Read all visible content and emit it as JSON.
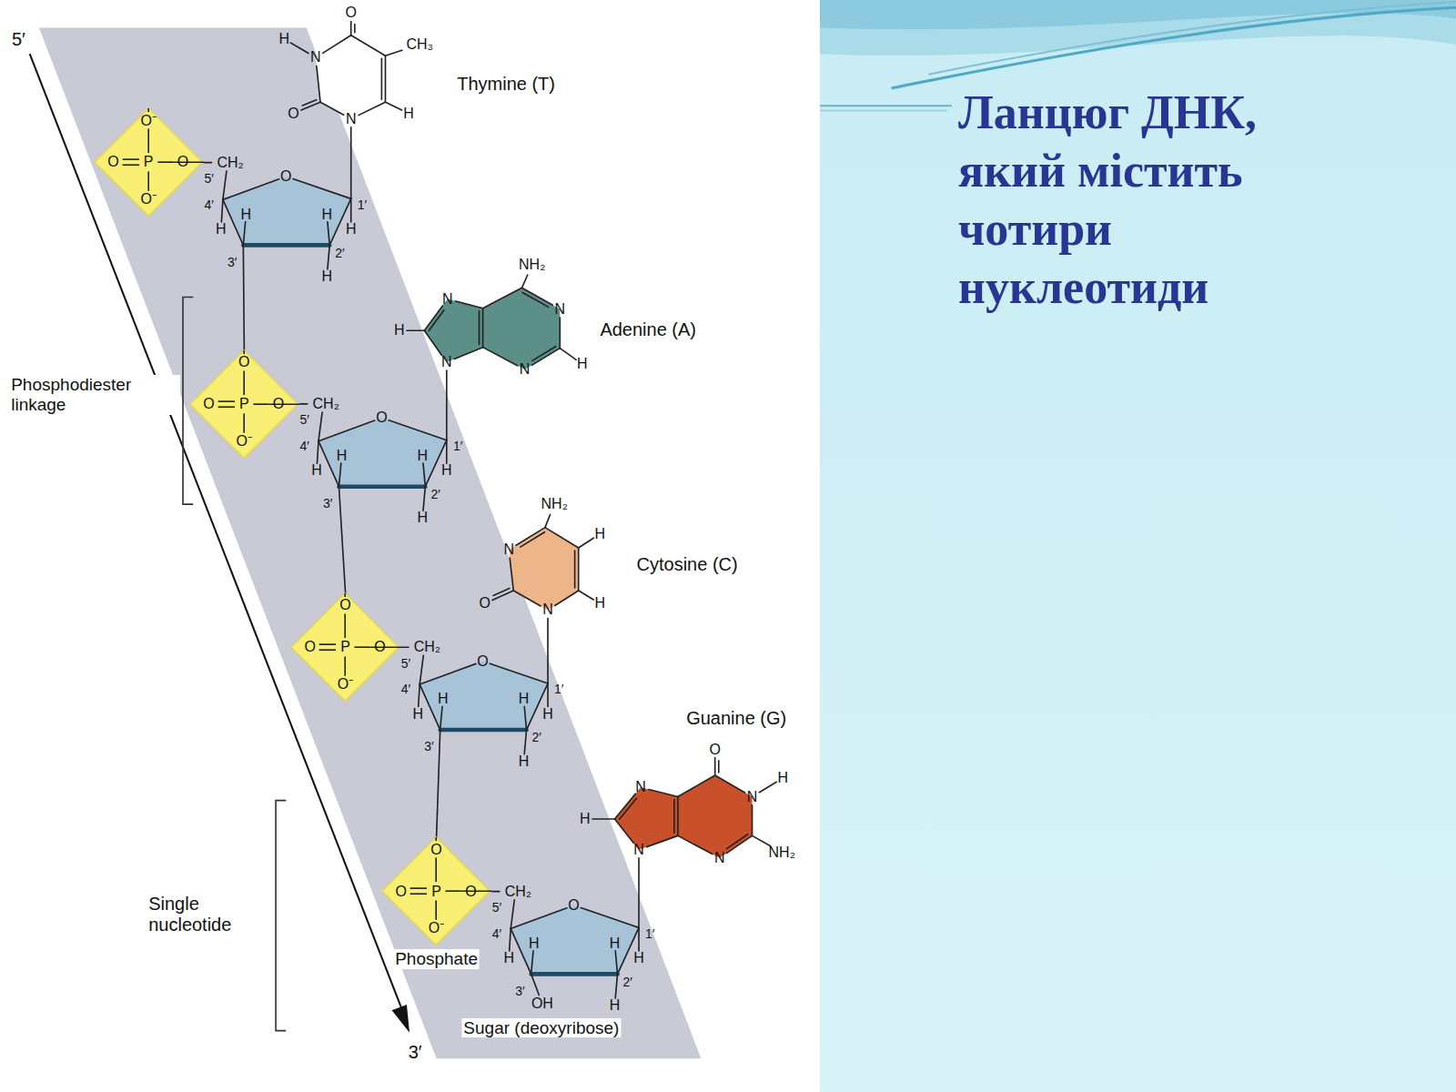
{
  "diagram": {
    "title": "Ланцюг ДНК, який містить чотири нуклеотиди",
    "nodes": [
      {
        "text": [
          "O⁻",
          "O",
          "P",
          "O",
          "O⁻"
        ]
      },
      {
        "text": [
          "O",
          "O",
          "P",
          "O",
          "O⁻"
        ]
      },
      {
        "text": [
          "O",
          "O",
          "P",
          "O",
          "O⁻"
        ]
      },
      {
        "text": [
          "O",
          "O",
          "P",
          "O",
          "O⁻"
        ]
      }
    ],
    "labels": [
      "5′",
      "3′",
      "Phosphodiester linkage",
      "Single nucleotide",
      "Phosphate",
      "Sugar (deoxyribose)",
      "Thymine (T)",
      "Adenine (A)",
      "Cytosine (C)",
      "Guanine (G)",
      "CH₂",
      "5′",
      "4′",
      "O",
      "1′",
      "H",
      "H",
      "H",
      "H",
      "3′",
      "2′",
      "H",
      "CH₂",
      "5′",
      "4′",
      "O",
      "1′",
      "H",
      "H",
      "H",
      "H",
      "3′",
      "2′",
      "H",
      "CH₂",
      "5′",
      "4′",
      "O",
      "1′",
      "H",
      "H",
      "H",
      "H",
      "3′",
      "2′",
      "H",
      "CH₂",
      "5′",
      "4′",
      "O",
      "1′",
      "H",
      "H",
      "H",
      "H",
      "3′",
      "2′",
      "H",
      "OH",
      "O",
      "H",
      "N",
      "CH₃",
      "O",
      "N",
      "H",
      "NH₂",
      "N",
      "N",
      "H",
      "N",
      "N",
      "H",
      "NH₂",
      "H",
      "N",
      "O",
      "N",
      "H",
      "O",
      "N",
      "H",
      "N",
      "H",
      "N",
      "N",
      "NH₂"
    ]
  }
}
